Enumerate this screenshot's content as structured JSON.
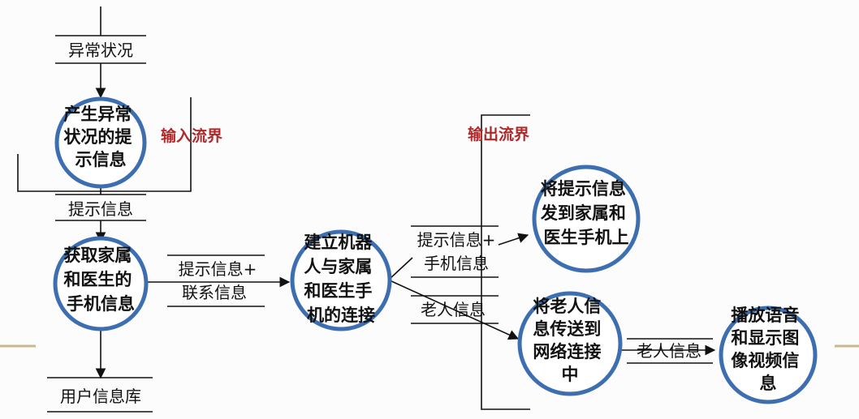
{
  "diagram": {
    "nodes": {
      "generate_alert": [
        "产生异常",
        "状况的提",
        "示信息"
      ],
      "get_contacts": [
        "获取家属",
        "和医生的",
        "手机信息"
      ],
      "build_connection": [
        "建立机器",
        "人与家属",
        "和医生手",
        "机的连接"
      ],
      "send_to_phone": [
        "将提示信息",
        "发到家属和",
        "医生手机上"
      ],
      "send_to_network": [
        "将老人信",
        "息传送到",
        "网络连接",
        "中"
      ],
      "play_media": [
        "播放语音",
        "和显示图",
        "像视频信",
        "息"
      ]
    },
    "flow_labels": {
      "anomaly": "异常状况",
      "alert_info": "提示信息",
      "alert_contact_line1": "提示信息+",
      "alert_contact_line2": "联系信息",
      "alert_phone_line1": "提示信息+",
      "alert_phone_line2": "手机信息",
      "elder_info_1": "老人信息",
      "elder_info_2": "老人信息"
    },
    "stores": {
      "user_db": "用户信息库"
    },
    "boundaries": {
      "input": "输入流界",
      "output": "输出流界"
    },
    "colors": {
      "boundary_text": "#b02a2a",
      "circle_stroke": "#3d6fb0",
      "line": "#111111",
      "accent_dash": "#c9b88a"
    }
  }
}
